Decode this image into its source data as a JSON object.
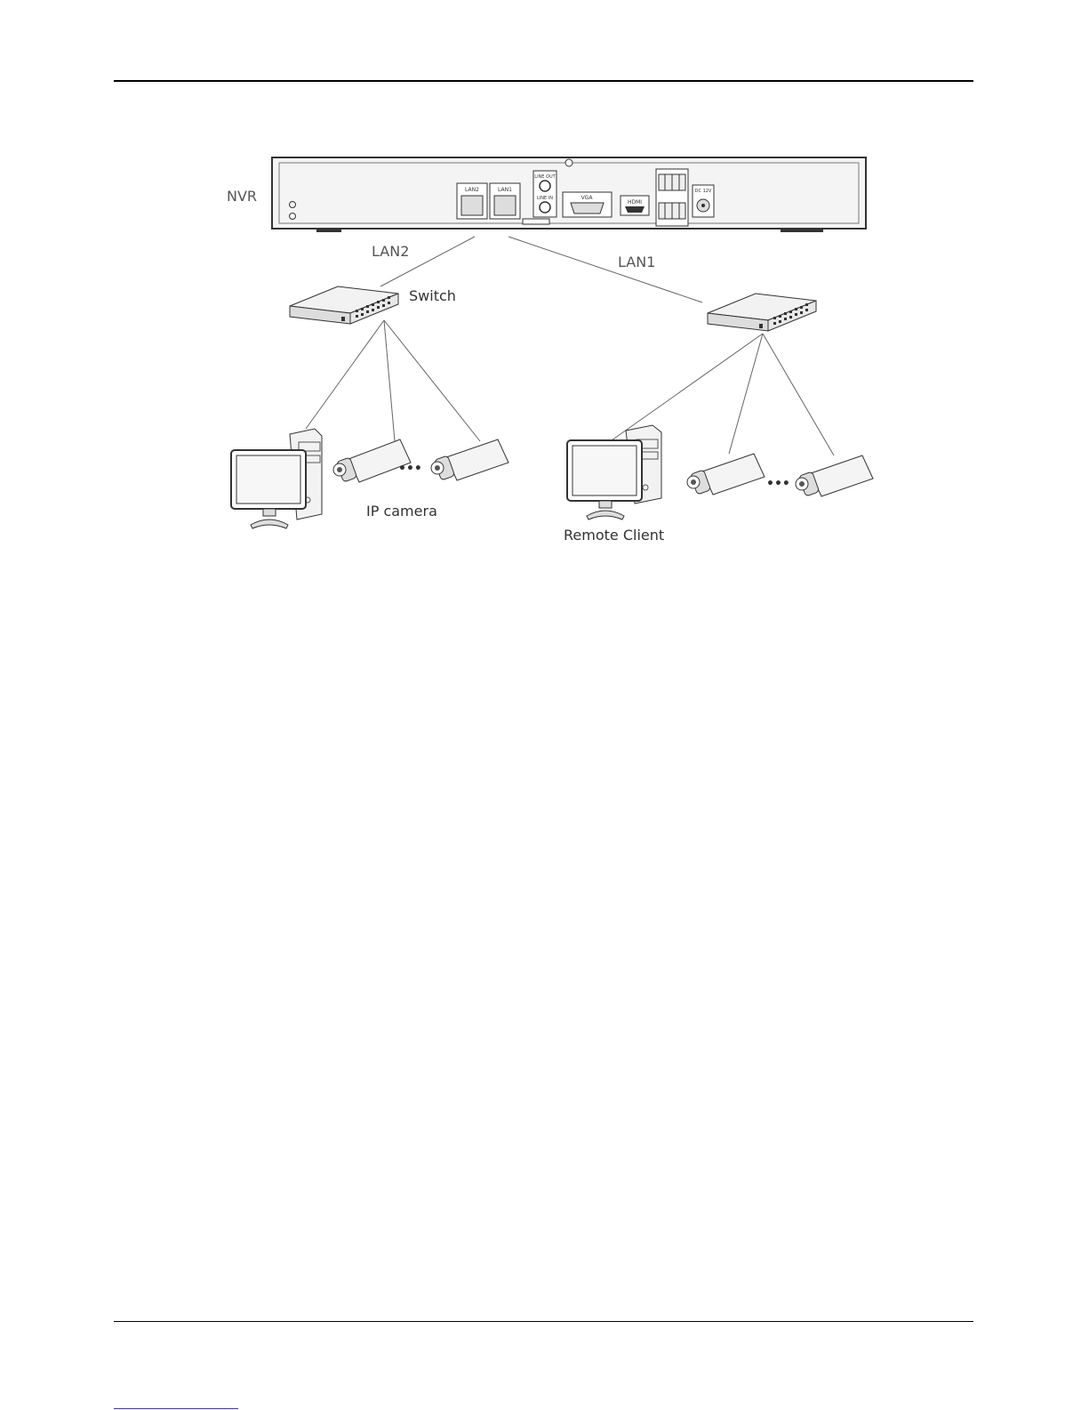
{
  "labels": {
    "nvr": "NVR",
    "lan2": "LAN2",
    "lan1": "LAN1",
    "switch": "Switch",
    "ip_camera": "IP camera",
    "remote_client": "Remote Client",
    "ellipsis": "•••"
  },
  "ports": {
    "lan2": "LAN2",
    "lan1": "LAN1",
    "line_out": "LINE OUT",
    "line_in": "LINE IN",
    "vga": "VGA",
    "hdmi": "HDMI",
    "dc": "DC 12V"
  },
  "colors": {
    "line": "#555555",
    "device_fill": "#f2f2f2",
    "stroke": "#333333"
  }
}
